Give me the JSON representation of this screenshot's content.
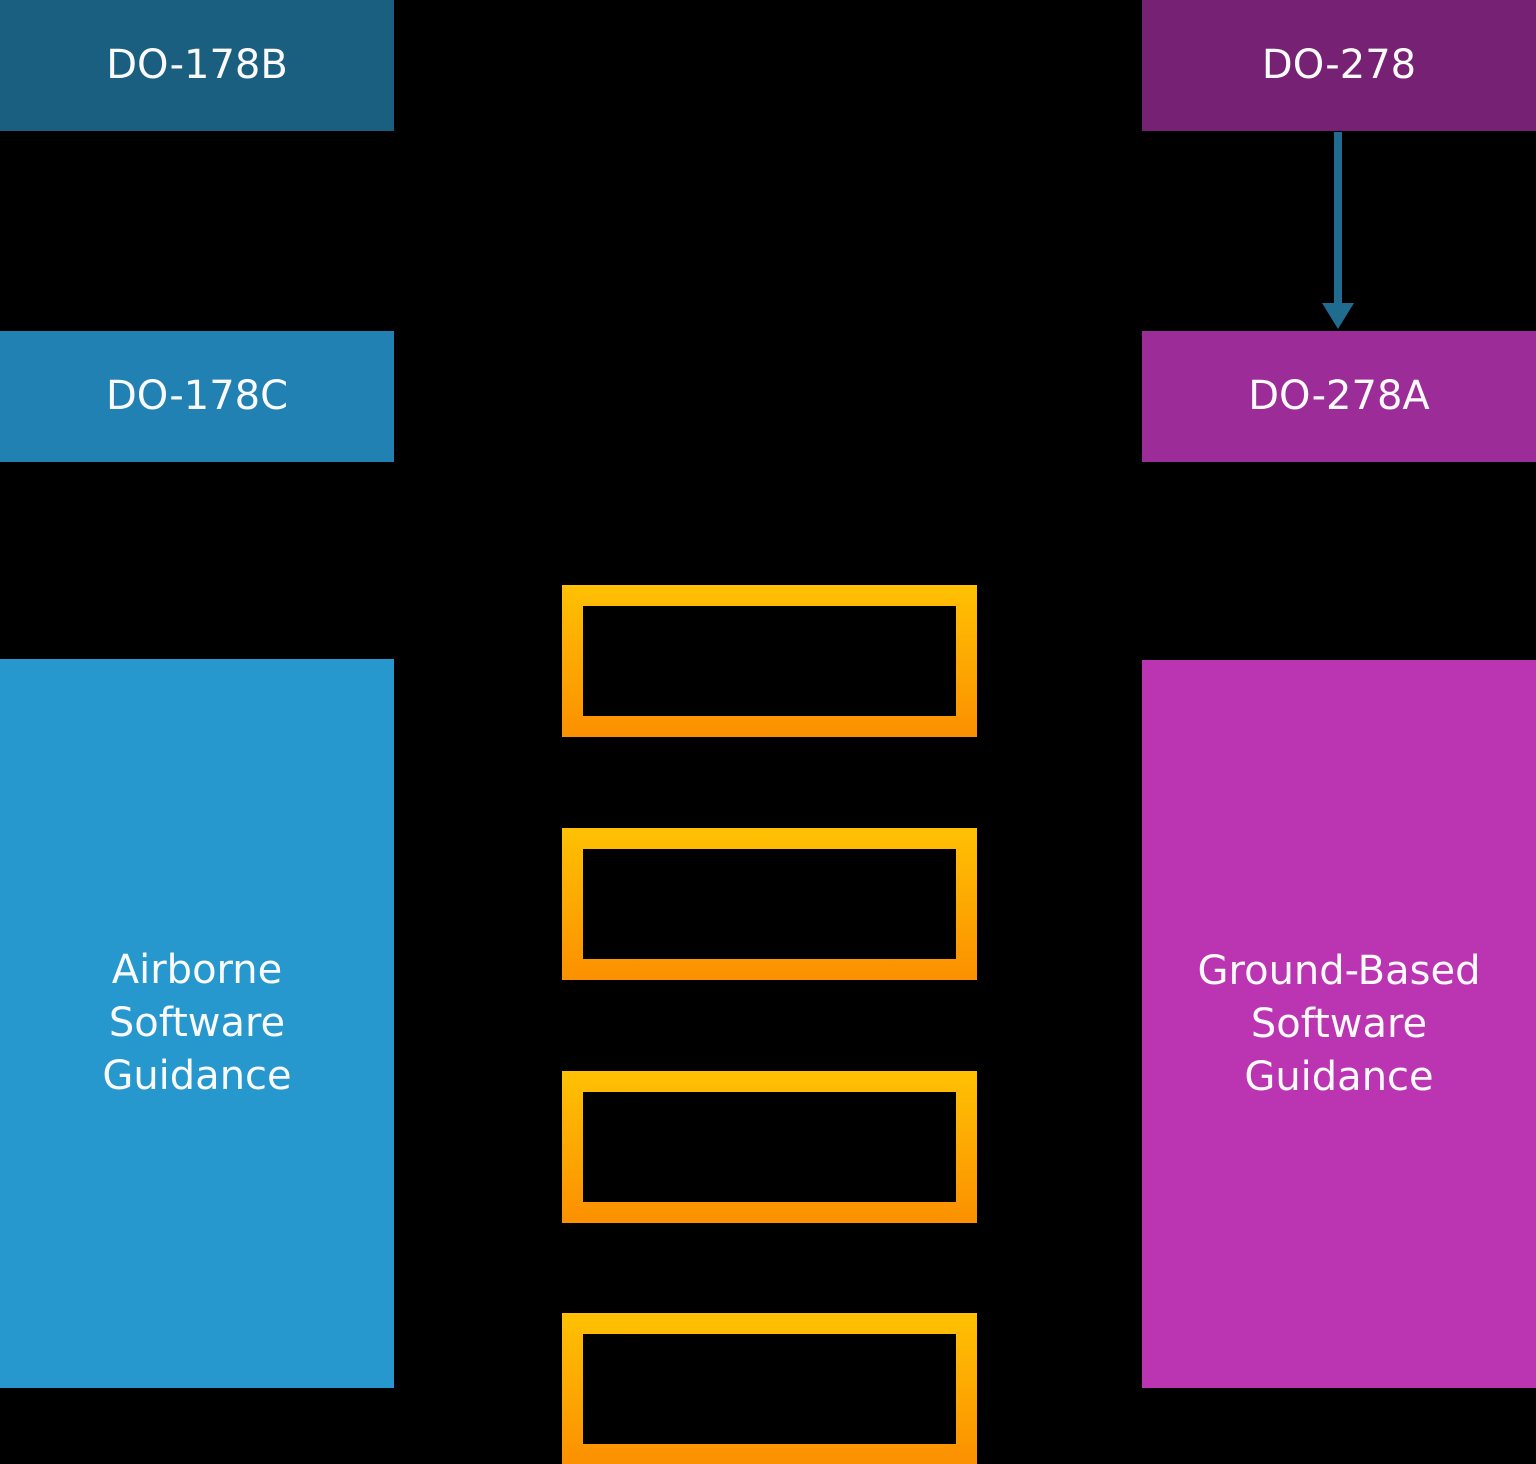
{
  "colors": {
    "background": "#000000",
    "do178b_box": "#1B5F80",
    "do178c_box": "#2081B2",
    "airborne_box": "#2798CE",
    "do278_box": "#762173",
    "do278a_box": "#9C2D98",
    "ground_box": "#BB35B3",
    "arrow": "#1F6C90",
    "center_box_border_top": "#FFC103",
    "center_box_border_bottom": "#FB9000",
    "label_text": "#FAFAFA"
  },
  "diagram": {
    "left_column": {
      "top_box_label": "DO-178B",
      "middle_box_label": "DO-178C",
      "bottom_box_lines": [
        "Airborne",
        "Software",
        "Guidance"
      ]
    },
    "right_column": {
      "top_box_label": "DO-278",
      "middle_box_label": "DO-278A",
      "bottom_box_lines": [
        "Ground-Based",
        "Software",
        "Guidance"
      ]
    },
    "center_outline_boxes": [
      {
        "label": ""
      },
      {
        "label": ""
      },
      {
        "label": ""
      },
      {
        "label": ""
      }
    ]
  }
}
